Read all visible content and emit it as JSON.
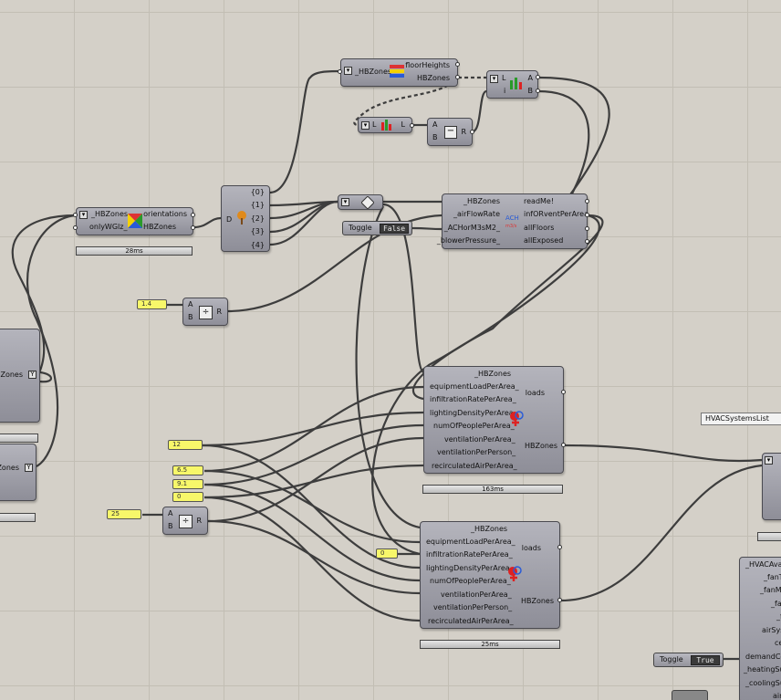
{
  "zoning": {
    "inputs": [
      "_HBZones"
    ],
    "outputs": [
      "floorHeights",
      "HBZones"
    ]
  },
  "list_item": {
    "inputs": [
      "L",
      "i"
    ],
    "outputs": [
      "A",
      "B"
    ]
  },
  "list_len": {
    "inputs": [
      "L"
    ],
    "outputs": [
      "L"
    ]
  },
  "subtract": {
    "inputs": [
      "A",
      "B"
    ],
    "outputs": [
      "R"
    ]
  },
  "orient": {
    "inputs": [
      "_HBZones",
      "onlyWGlz_"
    ],
    "outputs": [
      "orientations",
      "HBZones"
    ],
    "timer": "28ms"
  },
  "explode": {
    "inputs": [
      "D"
    ],
    "outputs": [
      "{0}",
      "{1}",
      "{2}",
      "{3}",
      "{4}"
    ]
  },
  "infiltration": {
    "inputs": [
      "_HBZones",
      "_airFlowRate",
      "_ACHorM3sM2_",
      "_blowerPressure_"
    ],
    "outputs": [
      "readMe!",
      "infORventPerArea",
      "allFloors",
      "allExposed"
    ]
  },
  "toggle_false": {
    "label": "Toggle",
    "value": "False"
  },
  "toggle_true": {
    "label": "Toggle",
    "value": "True"
  },
  "divide": {
    "inputs": [
      "A",
      "B"
    ],
    "outputs": [
      "R"
    ]
  },
  "panel_values": {
    "p1": "1.4",
    "p2": "12",
    "p3": "6.5",
    "p4": "9.1",
    "p5": "0",
    "p6": "25",
    "p7": "0"
  },
  "loads1": {
    "inputs": [
      "_HBZones",
      "equipmentLoadPerArea_",
      "infiltrationRatePerArea_",
      "lightingDensityPerArea_",
      "numOfPeoplePerArea_",
      "ventilationPerArea_",
      "ventilationPerPerson_",
      "recirculatedAirPerArea_"
    ],
    "outputs": [
      "loads",
      "HBZones"
    ],
    "timer": "163ms"
  },
  "loads2": {
    "inputs": [
      "_HBZones",
      "equipmentLoadPerArea_",
      "infiltrationRatePerArea_",
      "lightingDensityPerArea_",
      "numOfPeoplePerArea_",
      "ventilationPerArea_",
      "ventilationPerPerson_",
      "recirculatedAirPerArea_"
    ],
    "outputs": [
      "loads",
      "HBZones"
    ],
    "timer": "25ms"
  },
  "left1": {
    "outputs": [
      "BZones"
    ]
  },
  "left2": {
    "outputs": [
      "Zones"
    ]
  },
  "hvac_list": {
    "label": "HVACSystemsList"
  },
  "hvac_params": {
    "inputs": [
      "_HVACAva",
      "_fanTo",
      "_fanMo",
      "_fan",
      "_f",
      "airSys",
      "ce",
      "demandCo",
      "_heatingSu",
      "_coolingSu",
      "air"
    ]
  }
}
